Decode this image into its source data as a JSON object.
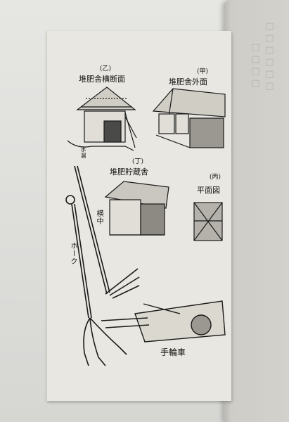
{
  "figures": {
    "otsu": {
      "marker": "(乙)",
      "caption": "堆肥舎横断面",
      "water": "水溜"
    },
    "ko": {
      "marker": "(甲)",
      "caption": "堆肥舎外面"
    },
    "tei": {
      "marker": "(丁)",
      "caption": "堆肥貯蔵舎"
    },
    "hei": {
      "marker": "(丙)",
      "caption": "平面図"
    }
  },
  "tools": {
    "hayfork_label": "ホーク",
    "rake_label": "横中",
    "cart_label": "手輪車"
  },
  "colors": {
    "paper": "#e8e7e1",
    "ink": "#1a1a1a",
    "background": "#dcdcda"
  }
}
